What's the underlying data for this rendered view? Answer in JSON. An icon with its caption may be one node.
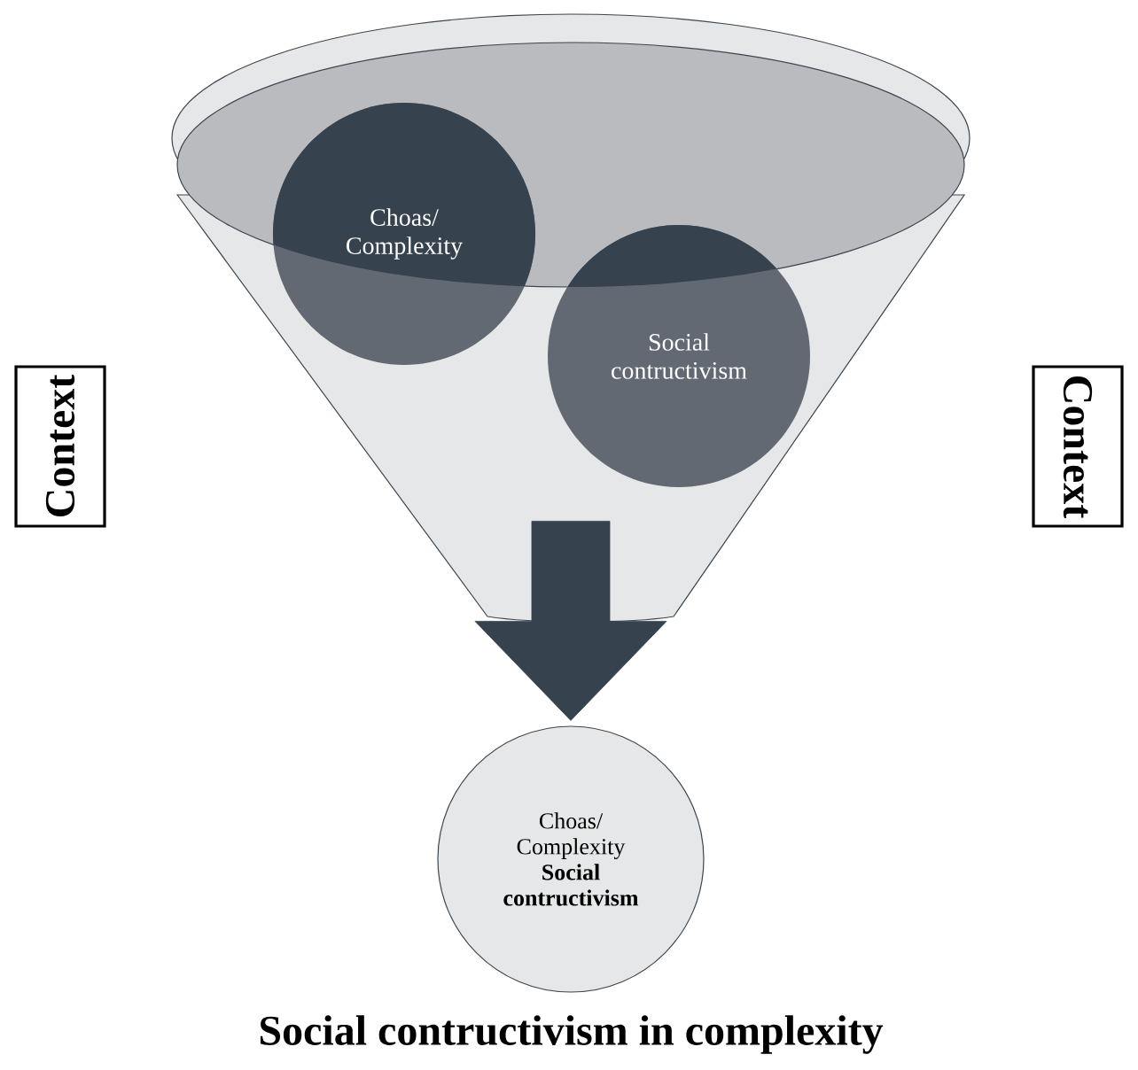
{
  "diagram": {
    "title": "Social contructivism in complexity",
    "nodes": [
      {
        "text": [],
        "shape": "funnel"
      },
      {
        "text": [
          "Choas/ Complexity"
        ]
      },
      {
        "text": [
          "Social contructivism"
        ],
        "in": 0
      },
      {
        "text": [
          "Context"
        ]
      },
      {
        "text": [
          "Context"
        ]
      },
      {
        "text": [
          "Choas/ Complexity",
          "Social contructivism"
        ]
      }
    ],
    "edges": [
      {
        "from": 0,
        "to": 5,
        "arrow": "to",
        "style": "thick"
      }
    ]
  }
}
